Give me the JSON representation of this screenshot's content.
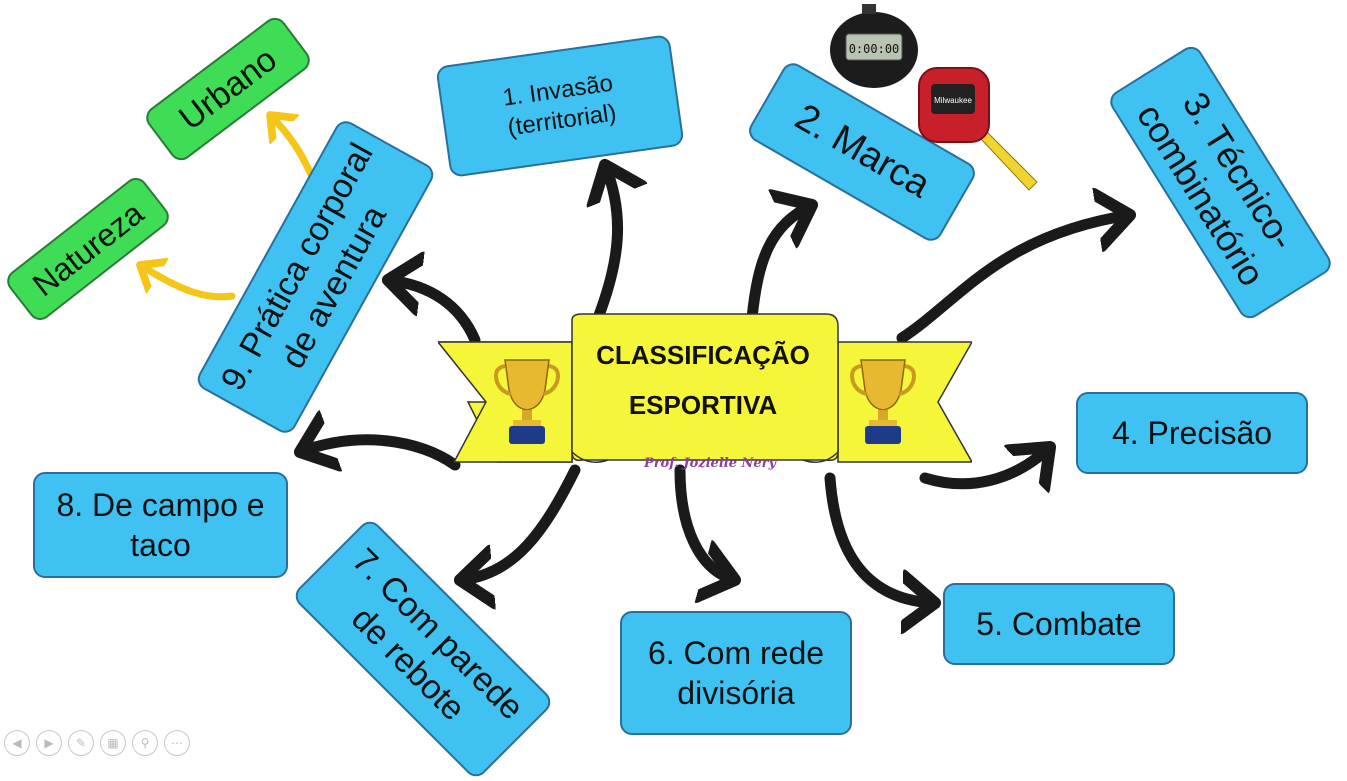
{
  "center": {
    "title_line1": "CLASSIFICAÇÃO",
    "title_line2": "ESPORTIVA",
    "author": "Prof. Jozielle Nery"
  },
  "categories": [
    {
      "line1": "1. Invasão",
      "line2": "(territorial)"
    },
    {
      "line1": "2. Marca"
    },
    {
      "line1": "3. Técnico-",
      "line2": "combinatório"
    },
    {
      "line1": "4. Precisão"
    },
    {
      "line1": "5. Combate"
    },
    {
      "line1": "6. Com rede",
      "line2": "divisória"
    },
    {
      "line1": "7. Com parede",
      "line2": "de rebote"
    },
    {
      "line1": "8. De campo e",
      "line2": "taco"
    },
    {
      "line1": "9. Prática corporal",
      "line2": "de aventura"
    }
  ],
  "adventure_subtypes": [
    {
      "label": "Urbano"
    },
    {
      "label": "Natureza"
    }
  ],
  "decorations": {
    "stopwatch_display": "0:00:00",
    "tape_brand": "Milwaukee"
  },
  "colors": {
    "box_fill": "#3fc2f2",
    "green_fill": "#3fdc56",
    "banner_fill": "#f5f53a",
    "arrow": "#1a1a1a",
    "yellow_arrow": "#f5c518"
  },
  "toolbar_icons": [
    "previous-icon",
    "next-icon",
    "pen-icon",
    "slides-icon",
    "zoom-icon",
    "more-icon"
  ]
}
